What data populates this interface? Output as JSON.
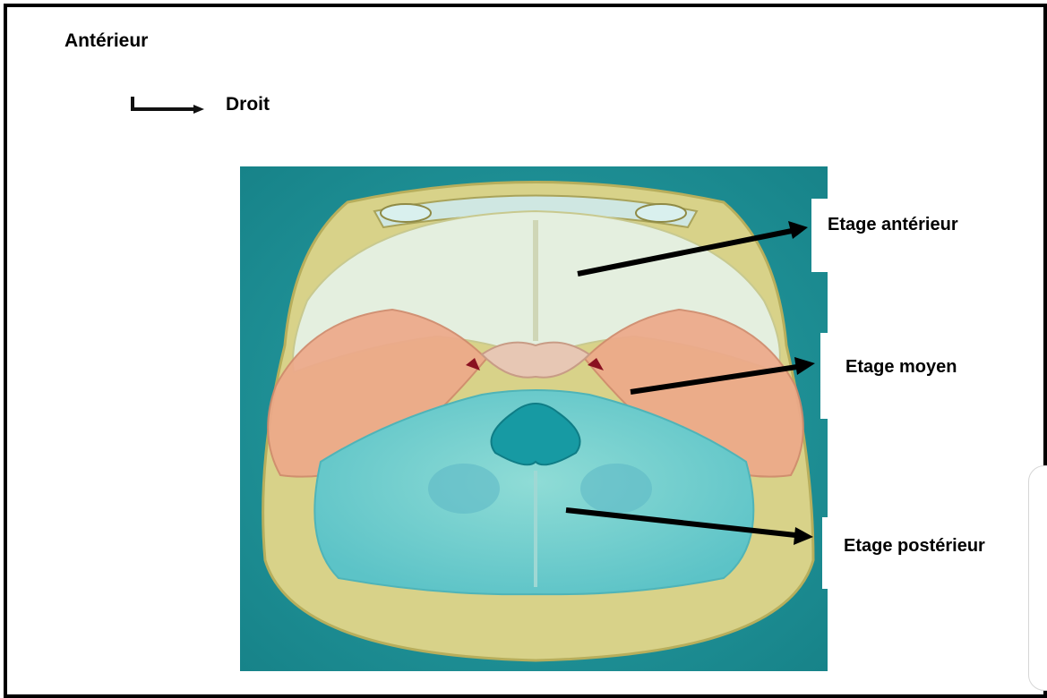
{
  "orientation": {
    "anterior_label": "Antérieur",
    "right_label": "Droit"
  },
  "callouts": {
    "anterior": "Etage antérieur",
    "middle": "Etage moyen",
    "posterior": "Etage postérieur"
  },
  "colors": {
    "background_teal": "#1e9098",
    "bone": "#d8d289",
    "anterior_fossa": "#e4efdf",
    "middle_fossa": "#eda98a",
    "posterior_fossa": "#6fcfd0",
    "arrow": "#000000"
  }
}
